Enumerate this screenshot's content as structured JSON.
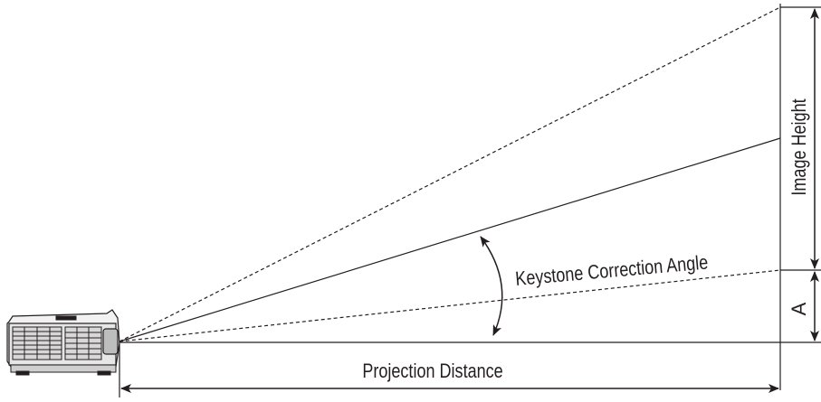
{
  "labels": {
    "image_height": "Image Height",
    "keystone_angle": "Keystone Correction Angle",
    "projection_distance": "Projection Distance",
    "offset_a": "A"
  },
  "colors": {
    "line": "#231f20",
    "background": "#ffffff"
  },
  "icons": {
    "projector": "projector-icon"
  }
}
